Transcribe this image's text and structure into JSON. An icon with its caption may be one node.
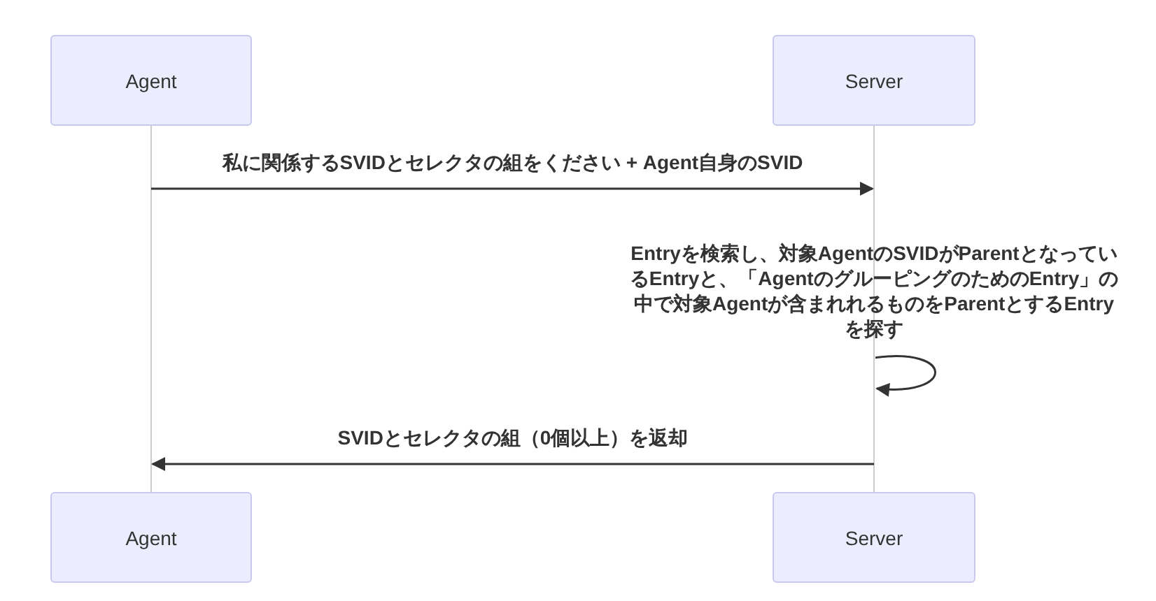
{
  "diagram": {
    "nodes": [
      {
        "text": [
          "Agent"
        ]
      },
      {
        "text": [
          "Server"
        ]
      },
      {
        "text": [
          "Agent"
        ]
      },
      {
        "text": [
          "Server"
        ]
      }
    ],
    "edges": [
      {
        "from": 0,
        "to": 2,
        "arrow": "none",
        "color": "#cccccc"
      },
      {
        "from": 1,
        "to": 3,
        "arrow": "none",
        "color": "#cccccc"
      },
      {
        "from": 0,
        "to": 1,
        "arrow": "to",
        "label": "私に関係するSVIDとセレクタの組をください + Agent自身のSVID"
      },
      {
        "from": 3,
        "to": 3,
        "arrow": "to",
        "label": "Entryを検索し、対象AgentのSVIDがParentとなっているEntryと、「AgentのグルーピングのためのEntry」の中で対象Agentが含まれれるものをParentとするEntryを探す"
      },
      {
        "from": 3,
        "to": 2,
        "arrow": "to",
        "label": "SVIDとセレクタの組（0個以上）を返却"
      }
    ]
  }
}
